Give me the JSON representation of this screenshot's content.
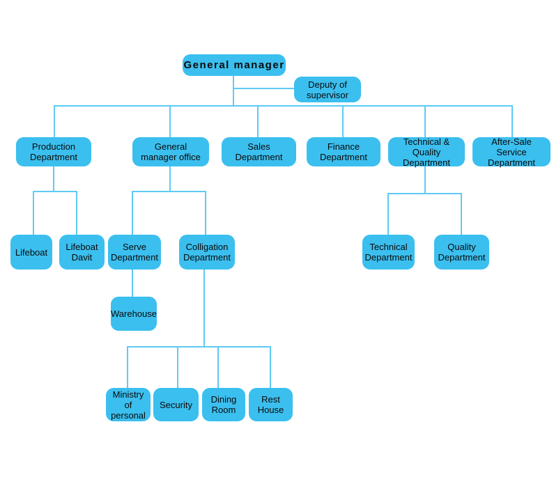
{
  "diagram": {
    "type": "org-chart",
    "colors": {
      "node_fill": "#3bbfef",
      "connector": "#5ecaf4",
      "text": "#0a0a0a",
      "background": "#ffffff"
    }
  },
  "nodes": {
    "general_manager": {
      "label": "General manager"
    },
    "deputy_of_supervisor": {
      "label": "Deputy of\nsupervisor"
    },
    "production_department": {
      "label": "Production\nDepartment"
    },
    "general_manager_office": {
      "label": "General\nmanager office"
    },
    "sales_department": {
      "label": "Sales\nDepartment"
    },
    "finance_department": {
      "label": "Finance\nDepartment"
    },
    "technical_quality_department": {
      "label": "Technical & Quality\nDepartment"
    },
    "after_sale_service_department": {
      "label": "After-Sale\nService Department"
    },
    "lifeboat": {
      "label": "Lifeboat"
    },
    "lifeboat_davit": {
      "label": "Lifeboat\nDavit"
    },
    "serve_department": {
      "label": "Serve\nDepartment"
    },
    "colligation_department": {
      "label": "Colligation\nDepartment"
    },
    "warehouse": {
      "label": "Warehouse"
    },
    "technical_department": {
      "label": "Technical\nDepartment"
    },
    "quality_department": {
      "label": "Quality\nDepartment"
    },
    "ministry_of_personal": {
      "label": "Ministry\nof personal"
    },
    "security": {
      "label": "Security"
    },
    "dining_room": {
      "label": "Dining\nRoom"
    },
    "rest_house": {
      "label": "Rest\nHouse"
    }
  }
}
